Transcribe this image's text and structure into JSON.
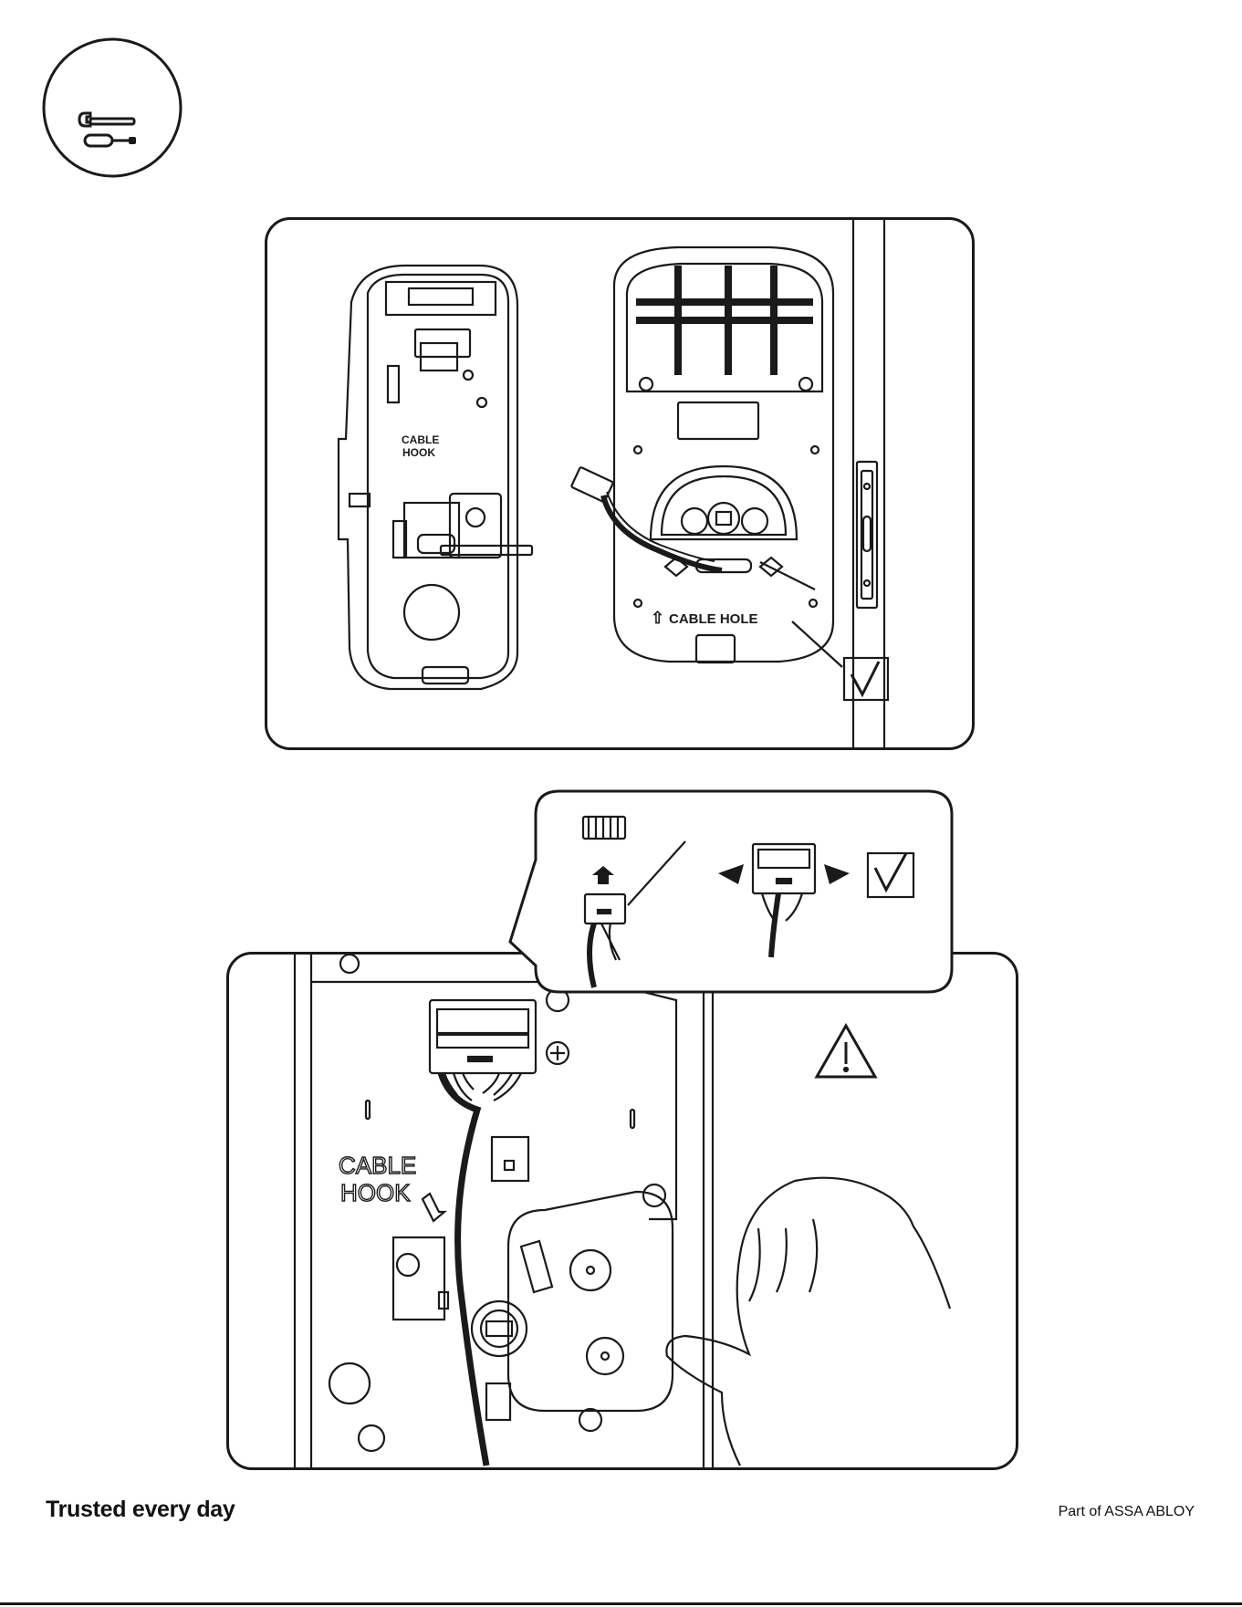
{
  "panel1": {
    "label_cable_hook_line1": "CABLE",
    "label_cable_hook_line2": "HOOK",
    "label_cable_hole": "CABLE HOLE",
    "label_cable_hole_arrow": "⇧"
  },
  "panel2": {
    "label_cable_line": "CABLE",
    "label_hook_line": "HOOK"
  },
  "footer": {
    "tagline": "Trusted every day",
    "parent": "Part of ASSA ABLOY"
  }
}
